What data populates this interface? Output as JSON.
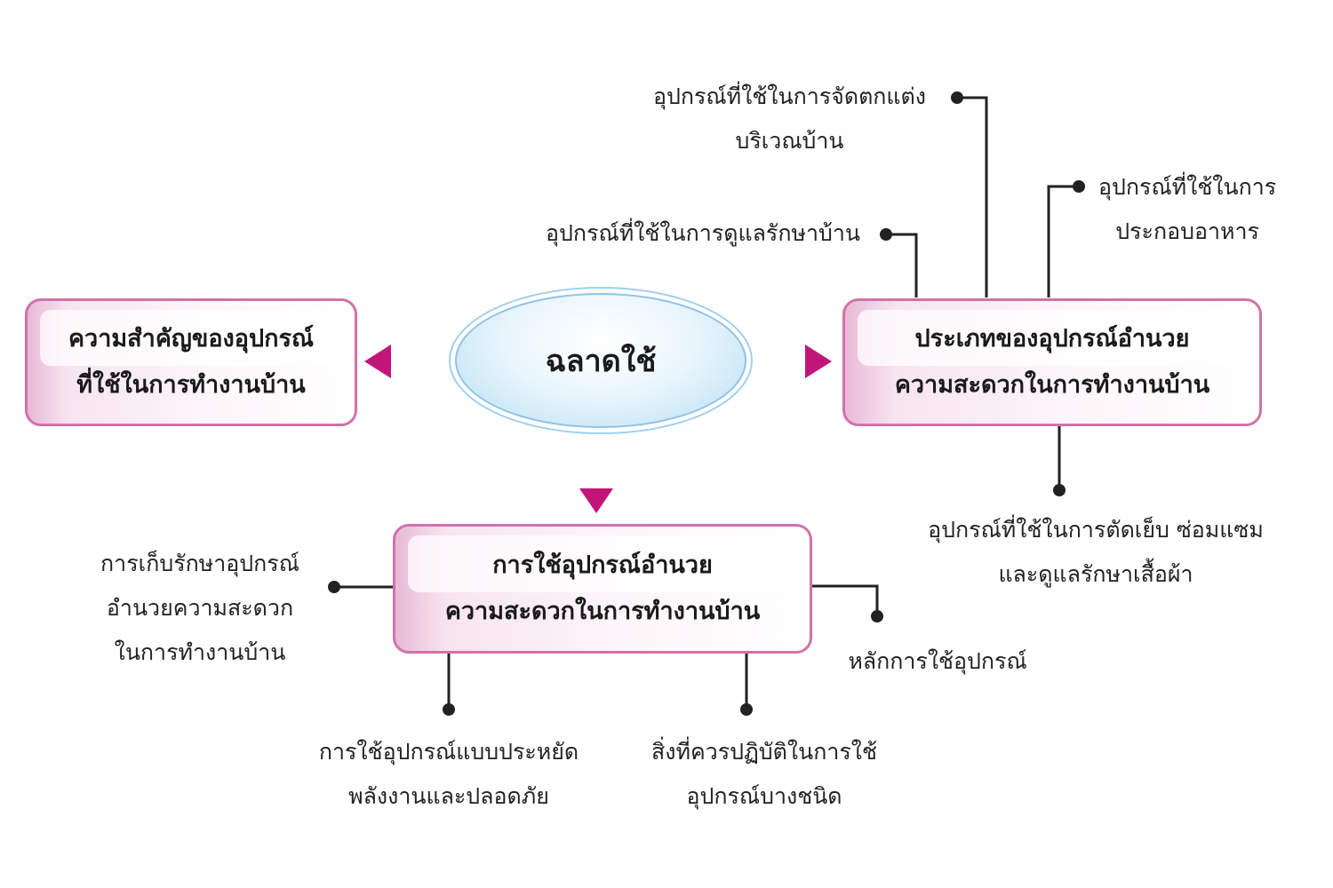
{
  "colors": {
    "accent_magenta": "#c2157a",
    "box_border": "#d172aa",
    "oval_border": "#8fc4e8",
    "connector": "#222222"
  },
  "center": {
    "label": "ฉลาดใช้"
  },
  "branches": {
    "importance": {
      "lines": [
        "ความสำคัญของอุปกรณ์",
        "ที่ใช้ในการทำงานบ้าน"
      ]
    },
    "types": {
      "lines": [
        "ประเภทของอุปกรณ์อำนวย",
        "ความสะดวกในการทำงานบ้าน"
      ]
    },
    "usage": {
      "lines": [
        "การใช้อุปกรณ์อำนวย",
        "ความสะดวกในการทำงานบ้าน"
      ]
    }
  },
  "leaves": {
    "decor": [
      "อุปกรณ์ที่ใช้ในการจัดตกแต่ง",
      "บริเวณบ้าน"
    ],
    "care": [
      "อุปกรณ์ที่ใช้ในการดูแลรักษาบ้าน"
    ],
    "cook": [
      "อุปกรณ์ที่ใช้ในการ",
      "ประกอบอาหาร"
    ],
    "sew": [
      "อุปกรณ์ที่ใช้ในการตัดเย็บ  ซ่อมแซม",
      "และดูแลรักษาเสื้อผ้า"
    ],
    "storage": [
      "การเก็บรักษาอุปกรณ์",
      "อำนวยความสะดวก",
      "ในการทำงานบ้าน"
    ],
    "principles": [
      "หลักการใช้อุปกรณ์"
    ],
    "save": [
      "การใช้อุปกรณ์แบบประหยัด",
      "พลังงานและปลอดภัย"
    ],
    "practice": [
      "สิ่งที่ควรปฏิบัติในการใช้",
      "อุปกรณ์บางชนิด"
    ]
  }
}
